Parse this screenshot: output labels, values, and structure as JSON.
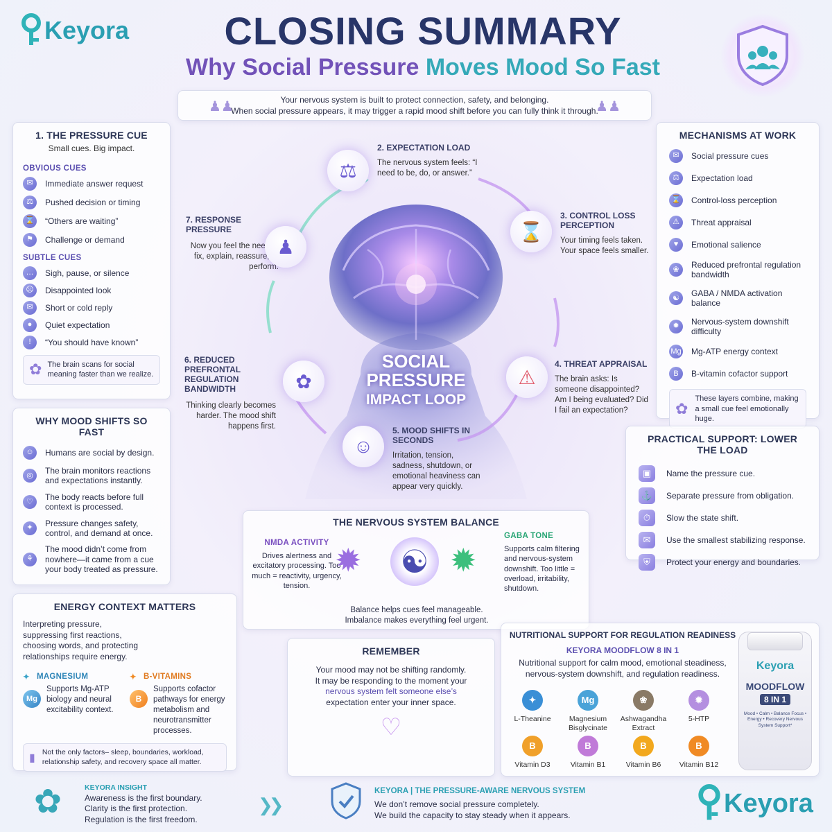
{
  "brand": {
    "logo_text": "Keyora"
  },
  "header": {
    "title": "CLOSING SUMMARY",
    "subtitle_part1": "Why Social Pressure",
    "subtitle_part2": "Moves Mood So Fast",
    "intro_line1": "Your nervous system is built to protect connection, safety, and belonging.",
    "intro_line2": "When social pressure appears, it may trigger a rapid mood shift before you can fully think it through."
  },
  "pressure_cue": {
    "title": "1. THE PRESSURE CUE",
    "subtitle": "Small cues. Big impact.",
    "obvious_heading": "OBVIOUS CUES",
    "obvious": [
      "Immediate answer request",
      "Pushed decision or timing",
      "“Others are waiting”",
      "Challenge or demand"
    ],
    "subtle_heading": "SUBTLE CUES",
    "subtle": [
      "Sigh, pause, or silence",
      "Disappointed look",
      "Short or cold reply",
      "Quiet expectation",
      "“You should have known”"
    ],
    "note": "The brain scans for social meaning faster than we realize."
  },
  "why_fast": {
    "title": "WHY MOOD SHIFTS SO FAST",
    "items": [
      "Humans are social by design.",
      "The brain monitors reactions and expectations instantly.",
      "The body reacts before full context is processed.",
      "Pressure changes safety, control, and demand at once.",
      "The mood didn’t come from nowhere—it came from a cue your body treated as pressure."
    ]
  },
  "energy": {
    "title": "ENERGY CONTEXT MATTERS",
    "intro": "Interpreting pressure, suppressing first reactions, choosing words, and protecting relationships require energy.",
    "mag_title": "MAGNESIUM",
    "mag_body": "Supports Mg-ATP biology and neural excitability context.",
    "mag_symbol": "Mg",
    "b_title": "B-VITAMINS",
    "b_body": "Supports cofactor pathways for energy metabolism and neurotransmitter processes.",
    "b_symbol": "B",
    "note": "Not the only factors– sleep, boundaries, workload, relationship safety, and recovery space all matter."
  },
  "loop": {
    "center_line1": "SOCIAL",
    "center_line2": "PRESSURE",
    "center_line3": "IMPACT LOOP",
    "s2_title": "2. EXPECTATION LOAD",
    "s2_body": "The nervous system feels: “I need to be, do, or answer.”",
    "s3_title": "3. CONTROL LOSS PERCEPTION",
    "s3_body": "Your timing feels taken. Your space feels smaller.",
    "s4_title": "4. THREAT APPRAISAL",
    "s4_body": "The brain asks: Is someone disappointed? Am I being evaluated? Did I fail an expectation?",
    "s5_title": "5. MOOD SHIFTS IN SECONDS",
    "s5_body": "Irritation, tension, sadness, shutdown, or emotional heaviness can appear very quickly.",
    "s6_title": "6. REDUCED PREFRONTAL REGULATION BANDWIDTH",
    "s6_body": "Thinking clearly becomes harder. The mood shift happens first.",
    "s7_title": "7. RESPONSE PRESSURE",
    "s7_body": "Now you feel the need to fix, explain, reassure, or perform."
  },
  "mechanisms": {
    "title": "MECHANISMS AT WORK",
    "items": [
      "Social pressure cues",
      "Expectation load",
      "Control-loss perception",
      "Threat appraisal",
      "Emotional salience",
      "Reduced prefrontal regulation bandwidth",
      "GABA / NMDA activation balance",
      "Nervous-system downshift difficulty",
      "Mg-ATP energy context",
      "B-vitamin cofactor support"
    ],
    "note": "These layers combine, making a small cue feel emotionally huge."
  },
  "practical": {
    "title": "PRACTICAL SUPPORT: LOWER THE LOAD",
    "items": [
      "Name the pressure cue.",
      "Separate pressure from obligation.",
      "Slow the state shift.",
      "Use the smallest stabilizing response.",
      "Protect your energy and boundaries."
    ]
  },
  "balance": {
    "title": "THE NERVOUS SYSTEM BALANCE",
    "nmda_title": "NMDA ACTIVITY",
    "nmda_body": "Drives alertness and excitatory processing. Too much = reactivity, urgency, tension.",
    "gaba_title": "GABA TONE",
    "gaba_body": "Supports calm filtering and nervous-system downshift. Too little = overload, irritability, shutdown.",
    "footer_line1": "Balance helps cues feel manageable.",
    "footer_line2": "Imbalance makes everything feel urgent."
  },
  "remember": {
    "title": "REMEMBER",
    "line1": "Your mood may not be shifting randomly.",
    "line2": "It may be responding to the moment your",
    "line3": "nervous system felt someone else’s",
    "line4": "expectation enter your inner space."
  },
  "nutrition": {
    "title": "NUTRITIONAL SUPPORT FOR REGULATION READINESS",
    "product_line": "KEYORA MOODFLOW 8 IN 1",
    "body": "Nutritional support for calm mood, emotional steadiness, nervous-system downshift, and regulation readiness.",
    "ingredients": [
      "L-Theanine",
      "Magnesium Bisglycinate",
      "Ashwagandha Extract",
      "5-HTP",
      "Vitamin D3",
      "Vitamin B1",
      "Vitamin B6",
      "Vitamin B12"
    ],
    "bottle_brand": "Keyora",
    "bottle_name": "MOODFLOW",
    "bottle_tag": "8 IN 1",
    "bottle_desc": "Mood • Calm • Balance Focus • Energy • Recovery Nervous System Support*"
  },
  "footer": {
    "insight_label": "KEYORA INSIGHT",
    "insight_1": "Awareness is the first boundary.",
    "insight_2": "Clarity is the first protection.",
    "insight_3": "Regulation is the first freedom.",
    "system_label": "KEYORA | THE PRESSURE-AWARE NERVOUS SYSTEM",
    "system_1": "We don’t remove social pressure completely.",
    "system_2": "We build the capacity to stay steady when it appears.",
    "logo_text": "Keyora"
  },
  "colors": {
    "navy": "#2d3656",
    "purple": "#7a5cc8",
    "teal": "#2fa8b5",
    "accent_orange": "#f08a24"
  }
}
